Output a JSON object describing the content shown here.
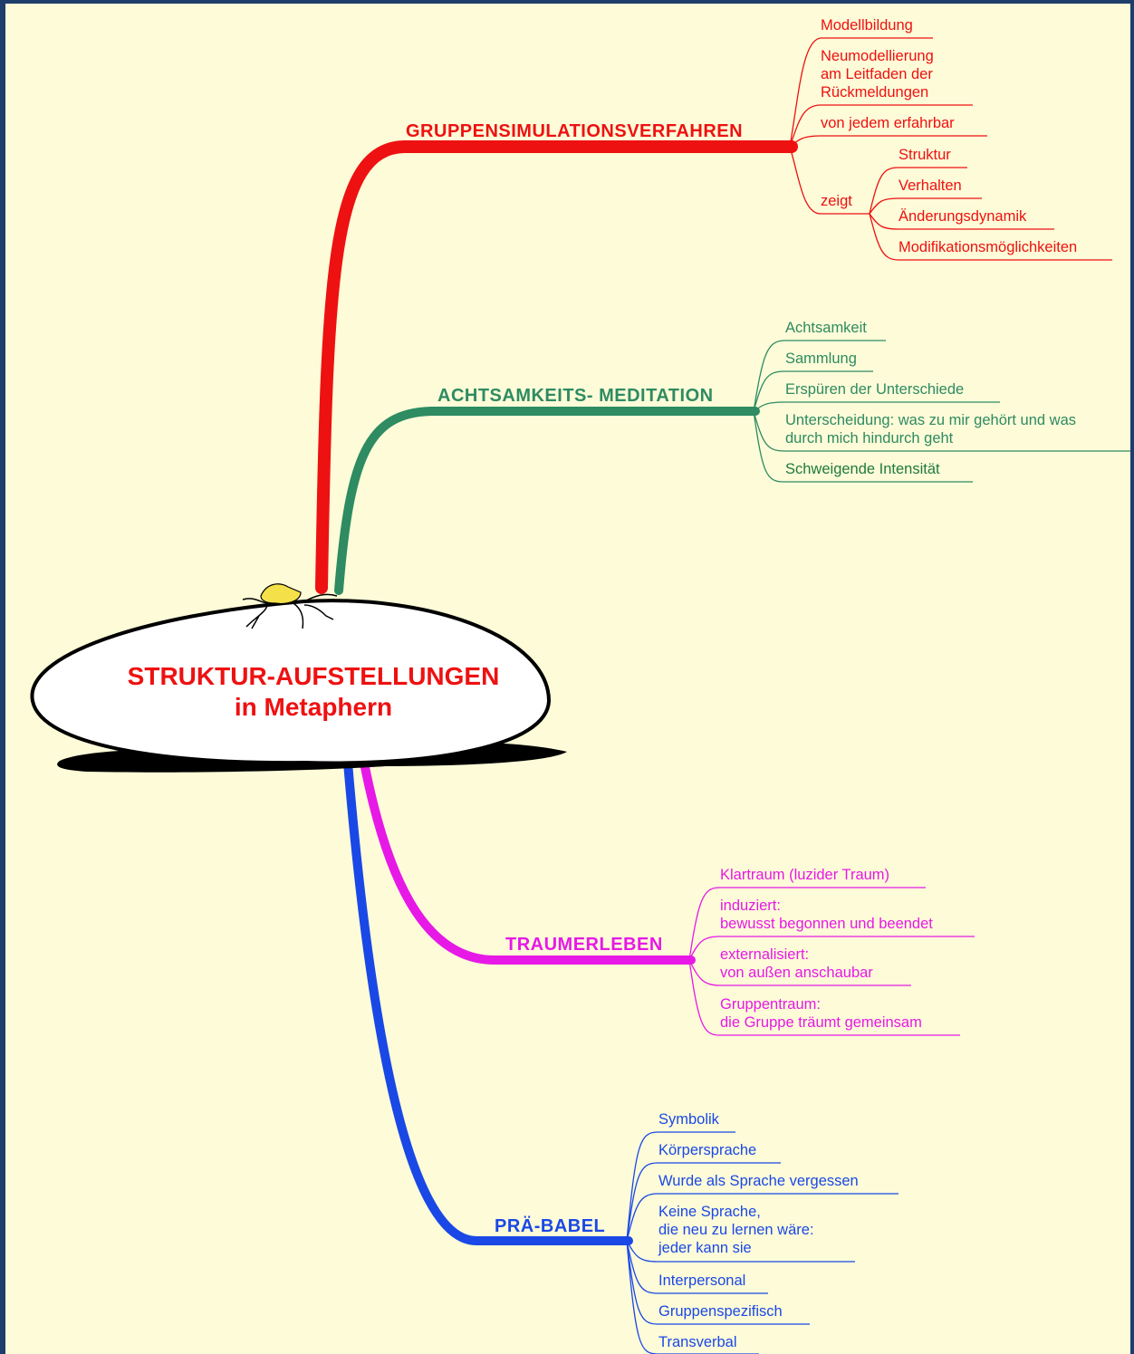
{
  "central_topic": {
    "line1": "STRUKTUR-AUFSTELLUNGEN",
    "line2": "in Metaphern",
    "color": "#ee1111"
  },
  "branches": {
    "gruppen": {
      "label": "GRUPPENSIMULATIONSVERFAHREN",
      "color": "#ee1111",
      "items": [
        "Modellbildung",
        "Neumodellierung\nam Leitfaden der\nRückmeldungen",
        "von jedem erfahrbar",
        "zeigt"
      ],
      "zeigt_items": [
        "Struktur",
        "Verhalten",
        "Änderungsdynamik",
        "Modifikationsmöglichkeiten"
      ]
    },
    "achtsamkeit": {
      "label": "ACHTSAMKEITS- MEDITATION",
      "color": "#2e8b62",
      "items": [
        "Achtsamkeit",
        "Sammlung",
        "Erspüren der Unterschiede",
        "Unterscheidung: was zu mir gehört und was\ndurch mich hindurch geht",
        "Schweigende Intensität"
      ]
    },
    "traum": {
      "label": "TRAUMERLEBEN",
      "color": "#e619e6",
      "items": [
        "Klartraum (luzider Traum)",
        "induziert:\nbewusst begonnen und beendet",
        "externalisiert:\nvon außen anschaubar",
        "Gruppentraum:\ndie Gruppe träumt gemeinsam"
      ]
    },
    "babel": {
      "label": "PRÄ-BABEL",
      "color": "#1a48e6",
      "items": [
        "Symbolik",
        "Körpersprache",
        "Wurde als Sprache vergessen",
        "Keine Sprache,\ndie neu zu lernen wäre:\njeder kann sie",
        "Interpersonal",
        "Gruppenspezifisch",
        "Transverbal"
      ]
    }
  },
  "colors": {
    "background": "#fdfbd8",
    "frame": "#1f3d6b"
  }
}
